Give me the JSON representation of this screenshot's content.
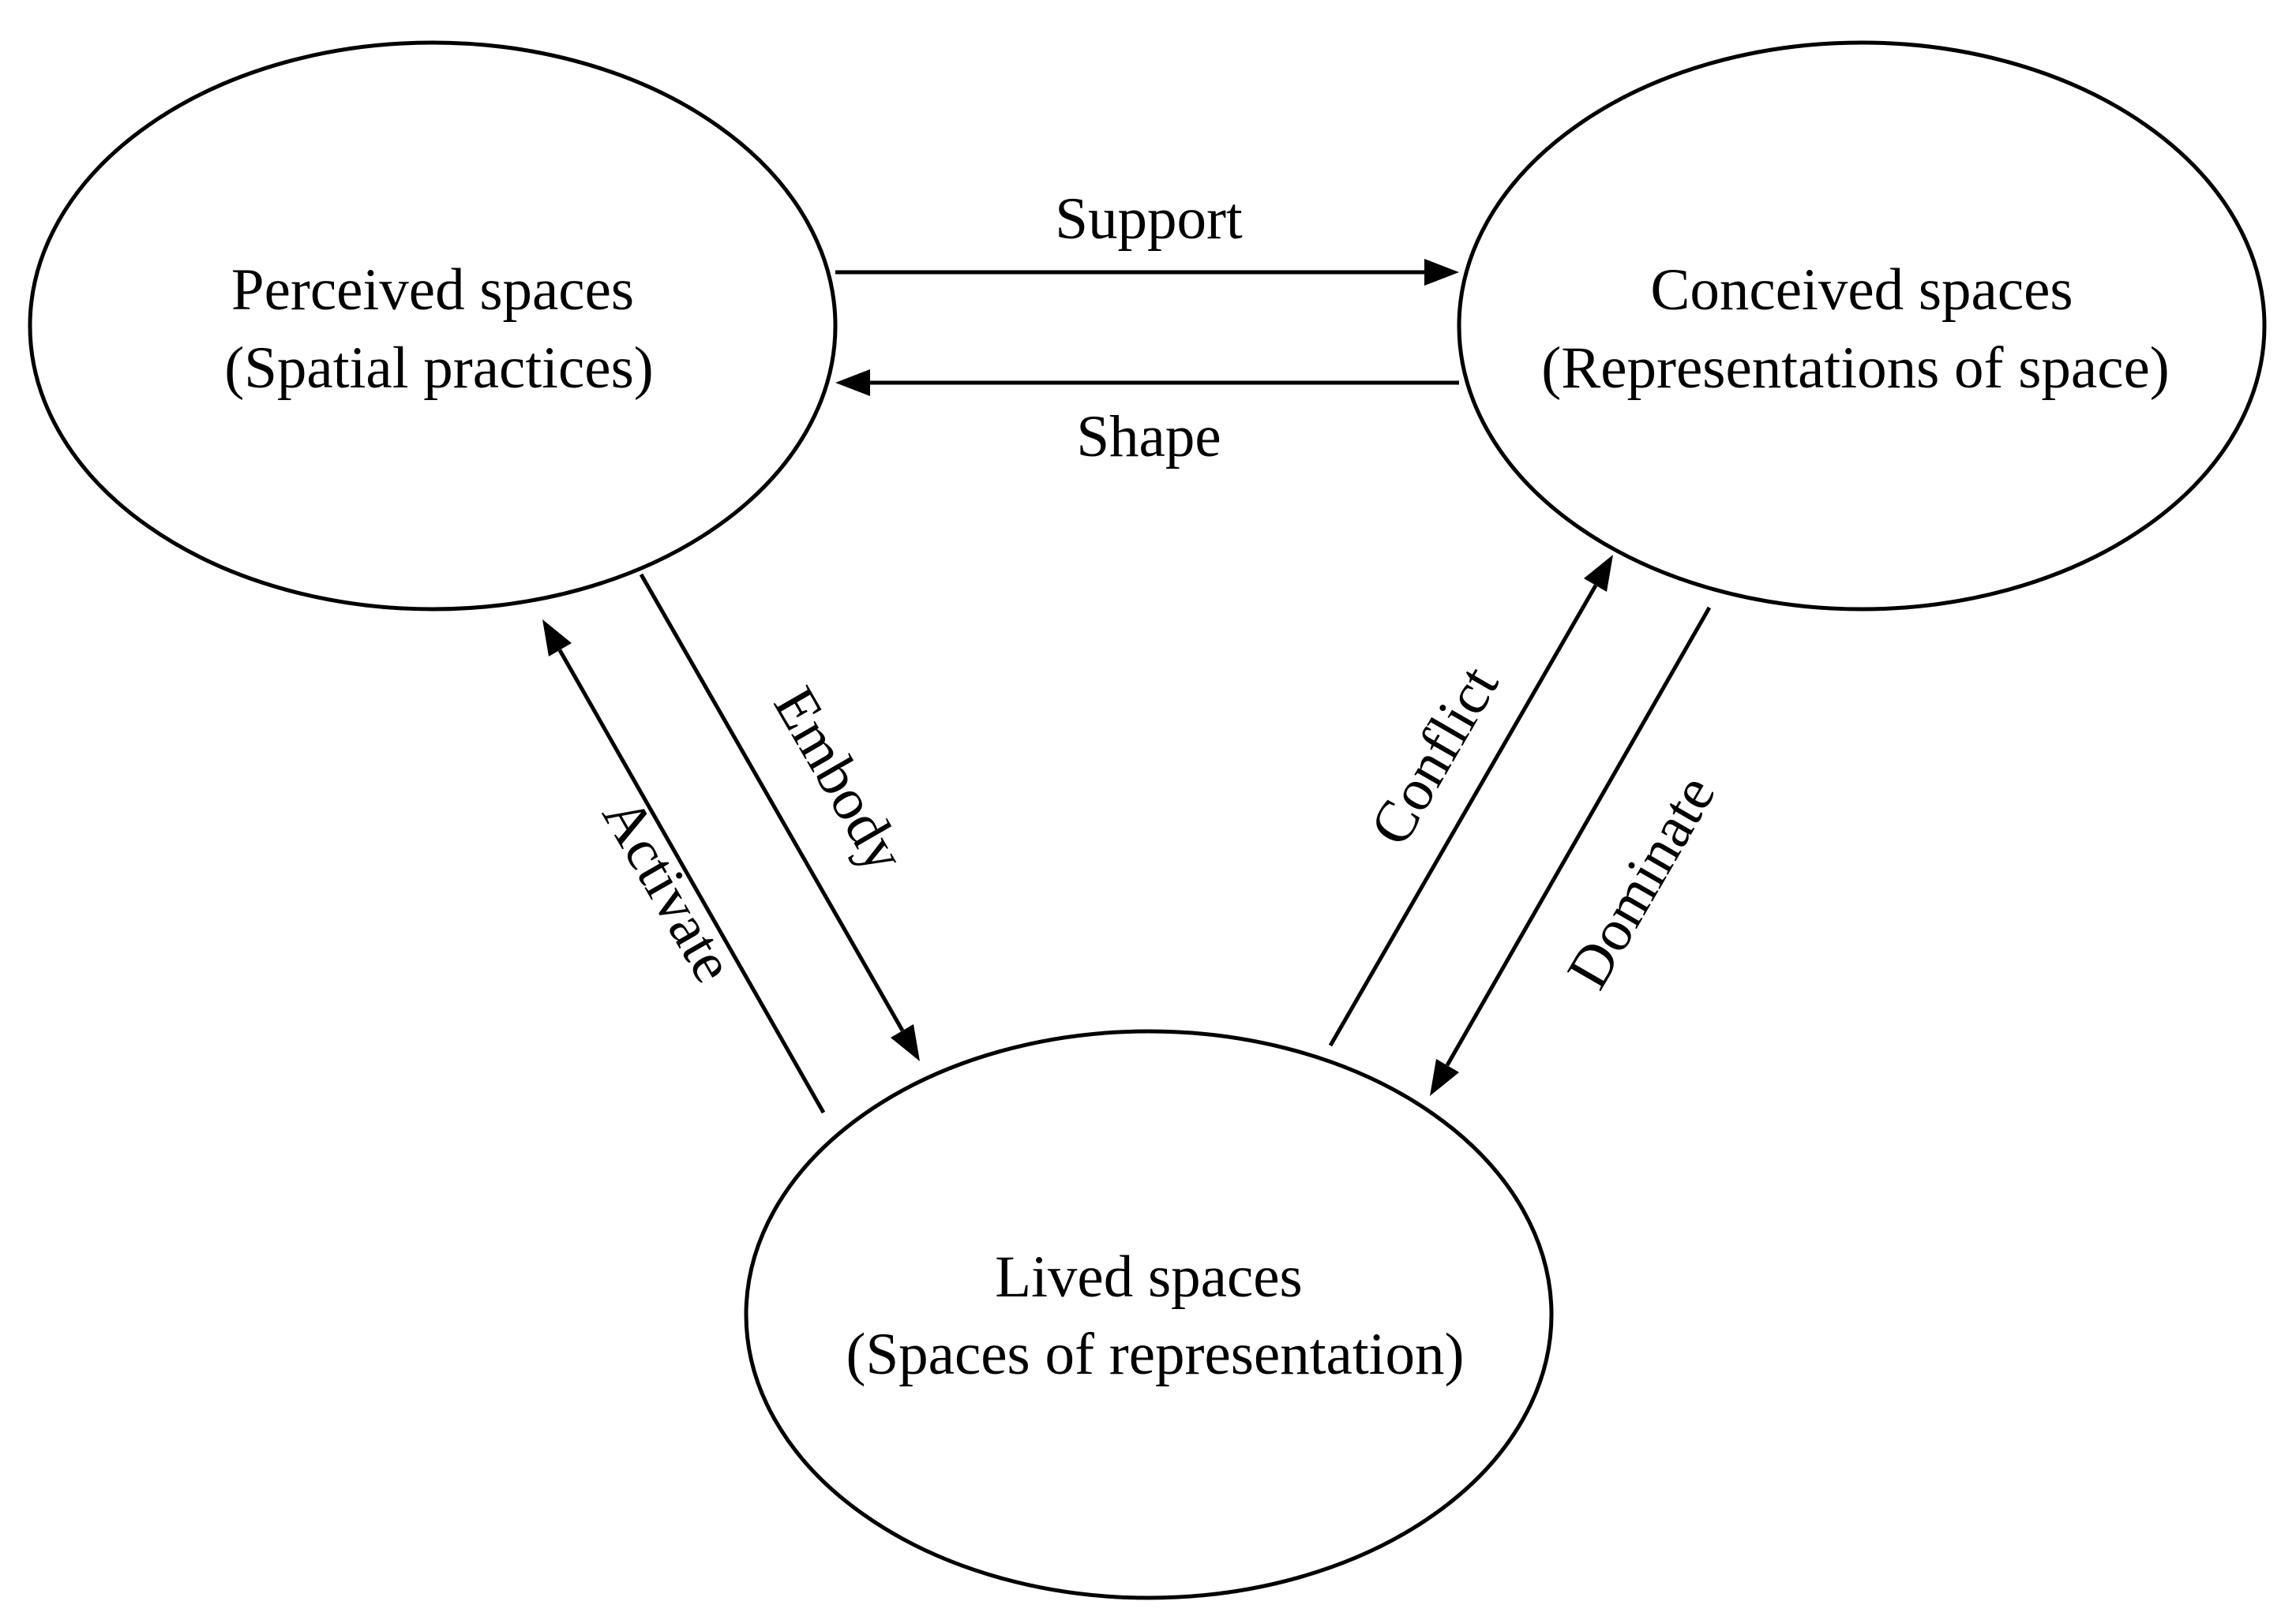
{
  "nodes": {
    "perceived": {
      "title": "Perceived spaces",
      "subtitle": "(Spatial practices)"
    },
    "conceived": {
      "title": "Conceived spaces",
      "subtitle": "(Representations of space)"
    },
    "lived": {
      "title": "Lived spaces",
      "subtitle": "(Spaces of representation)"
    }
  },
  "edges": {
    "support": "Support",
    "shape": "Shape",
    "embody": "Embody",
    "activate": "Activate",
    "conflict": "Conflict",
    "dominate": "Dominate"
  },
  "colors": {
    "stroke": "#000000",
    "background": "#ffffff"
  }
}
